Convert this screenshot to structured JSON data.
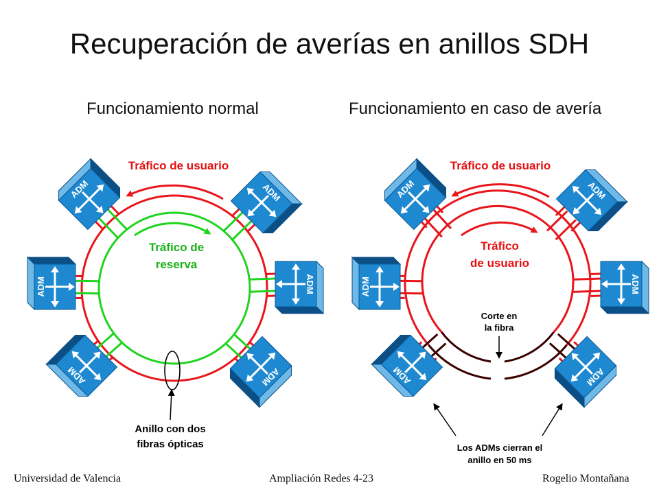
{
  "title": "Recuperación de averías en anillos SDH",
  "left": {
    "heading": "Funcionamiento normal",
    "user_traffic": "Tráfico de usuario",
    "reserve_traffic": [
      "Tráfico de",
      "reserva"
    ],
    "callout": [
      "Anillo con dos",
      "fibras ópticas"
    ]
  },
  "right": {
    "heading": "Funcionamiento en caso de avería",
    "user_traffic": "Tráfico de usuario",
    "inner_traffic": [
      "Tráfico",
      "de usuario"
    ],
    "cut": [
      "Corte en",
      "la fibra"
    ],
    "callout": [
      "Los ADMs cierran el",
      "anillo en 50 ms"
    ]
  },
  "node_label": "ADM",
  "footer": {
    "left": "Universidad de Valencia",
    "center": "Ampliación Redes 4-23",
    "right": "Rogelio Montañana"
  },
  "colors": {
    "fiber_red": "#e8151b",
    "fiber_green": "#1fd41f",
    "fiber_broken": "#3a0000",
    "adm_blue": "#1e88d0",
    "adm_dark": "#0b4f86",
    "label_red": "#e41010",
    "label_green": "#18b218"
  }
}
